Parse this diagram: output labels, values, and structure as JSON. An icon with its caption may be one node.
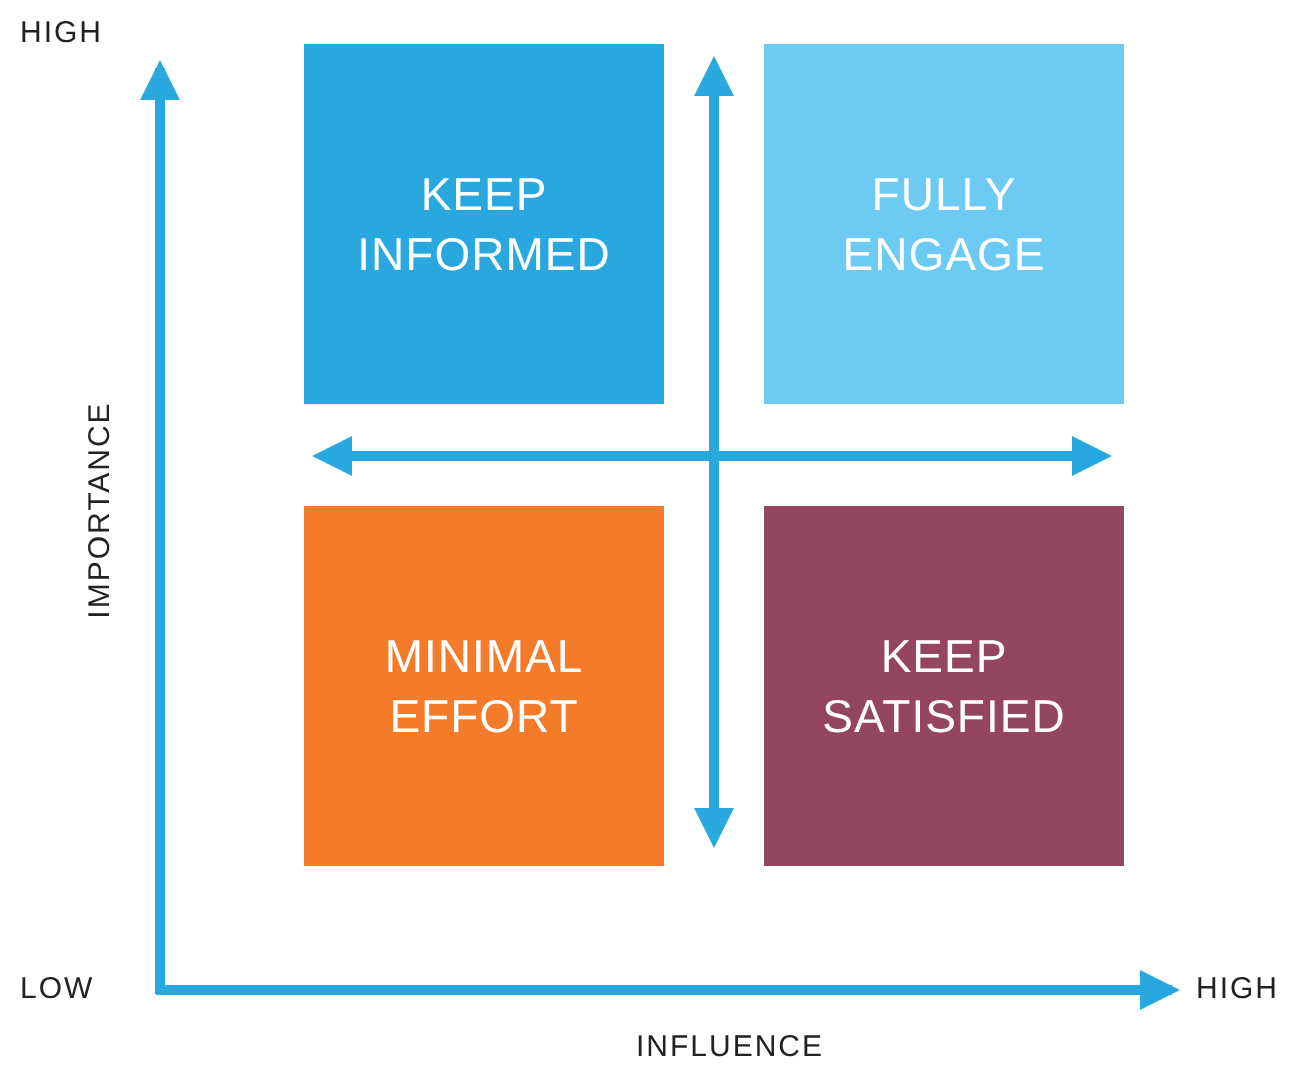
{
  "diagram": {
    "nodes": [
      {
        "text": [
          "KEEP INFORMED"
        ]
      },
      {
        "text": [
          "FULLY ENGAGE"
        ]
      },
      {
        "text": [
          "MINIMAL EFFORT"
        ]
      },
      {
        "text": [
          "KEEP SATISFIED"
        ]
      }
    ],
    "edges": [],
    "labels": [
      "HIGH",
      "IMPORTANCE",
      "LOW",
      "HIGH",
      "INFLUENCE"
    ]
  }
}
